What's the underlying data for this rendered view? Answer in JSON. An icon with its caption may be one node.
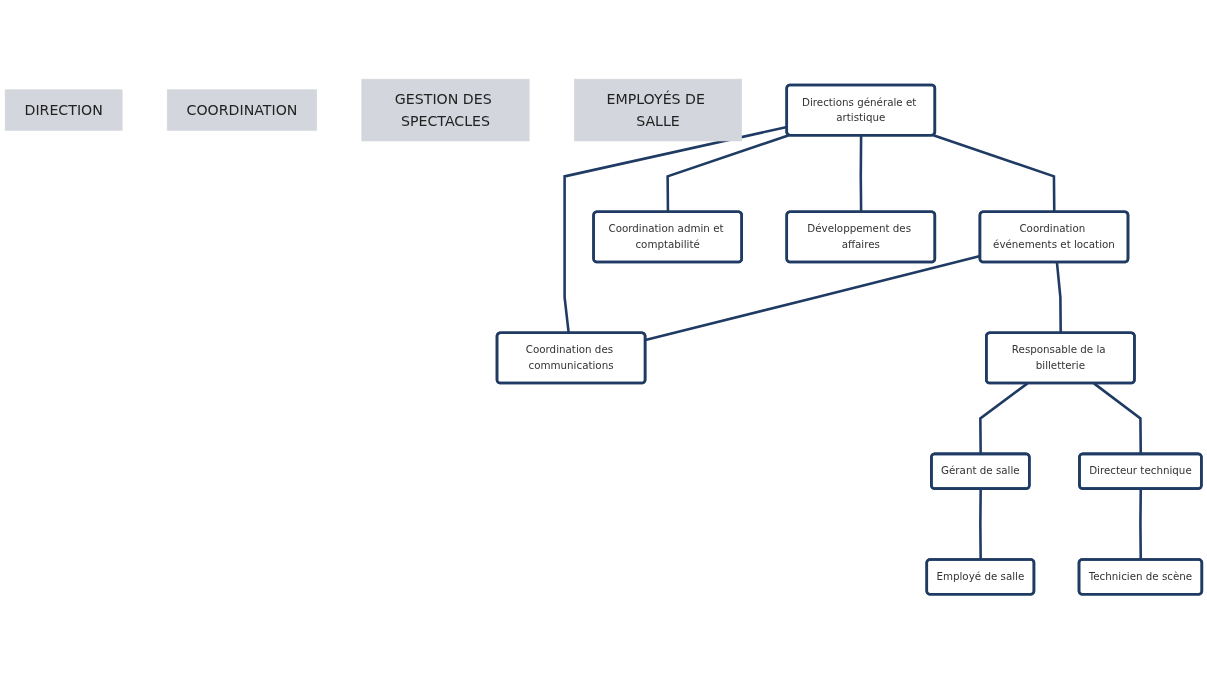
{
  "diagram": {
    "nodes": [
      {
        "text": [
          "DIRECTION"
        ]
      },
      {
        "text": [
          "Directions générale et artistique"
        ]
      },
      {
        "text": [
          "COORDINATION"
        ]
      },
      {
        "text": [
          "Coordination événements et location"
        ]
      },
      {
        "text": [
          "Coordination des communications"
        ]
      },
      {
        "text": [
          "Coordination admin et comptabilité"
        ]
      },
      {
        "text": [
          "Développement des affaires"
        ]
      },
      {
        "text": [
          "GESTION DES SPECTACLES"
        ]
      },
      {
        "text": [
          "Gérant de salle"
        ]
      },
      {
        "text": [
          "Responsable de la billetterie"
        ]
      },
      {
        "text": [
          "Directeur technique"
        ]
      },
      {
        "text": [
          "EMPLOYÉS DE SALLE"
        ]
      },
      {
        "text": [
          "Employé de salle"
        ]
      },
      {
        "text": [
          "Technicien de scène"
        ]
      }
    ],
    "edges": [
      {
        "from": 1,
        "to": 3,
        "arrow": "none"
      },
      {
        "from": 1,
        "to": 4,
        "arrow": "none"
      },
      {
        "from": 1,
        "to": 5,
        "arrow": "none"
      },
      {
        "from": 1,
        "to": 6,
        "arrow": "none"
      },
      {
        "from": 3,
        "to": 4,
        "arrow": "none"
      },
      {
        "from": 3,
        "to": 9,
        "arrow": "none"
      },
      {
        "from": 9,
        "to": 8,
        "arrow": "none"
      },
      {
        "from": 9,
        "to": 10,
        "arrow": "none"
      },
      {
        "from": 8,
        "to": 12,
        "arrow": "none"
      },
      {
        "from": 10,
        "to": 13,
        "arrow": "none"
      }
    ]
  }
}
